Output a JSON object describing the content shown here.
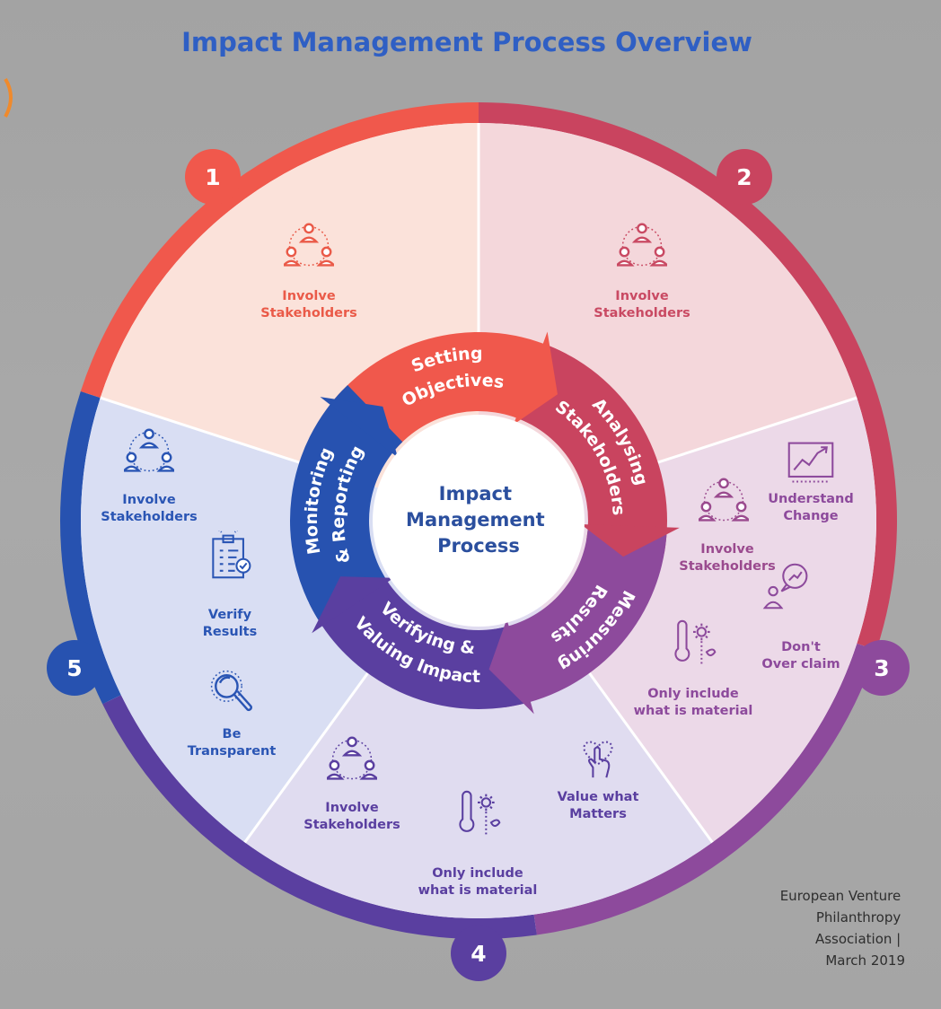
{
  "title": "Impact Management Process Overview",
  "center": {
    "lines": [
      "Impact",
      "Management",
      "Process"
    ]
  },
  "stages": [
    {
      "number": "1",
      "ring_lines": [
        "Setting",
        "Objectives"
      ],
      "color": "#f0584c",
      "fill": "#fbe2da"
    },
    {
      "number": "2",
      "ring_lines": [
        "Analysing",
        "Stakeholders"
      ],
      "color": "#c9445f",
      "fill": "#f4d7db"
    },
    {
      "number": "3",
      "ring_lines": [
        "Measuring",
        "Results"
      ],
      "color": "#8d4a9c",
      "fill": "#ecd9e8"
    },
    {
      "number": "4",
      "ring_lines": [
        "Verifying &",
        "Valuing Impact"
      ],
      "color": "#5a3fa0",
      "fill": "#e0dcf0"
    },
    {
      "number": "5",
      "ring_lines": [
        "Monitoring",
        "& Reporting"
      ],
      "color": "#2752b0",
      "fill": "#d9def3"
    }
  ],
  "items": {
    "s1_involve": [
      "Involve",
      "Stakeholders"
    ],
    "s2_involve": [
      "Involve",
      "Stakeholders"
    ],
    "s3_involve": [
      "Involve",
      "Stakeholders"
    ],
    "s3_understand": [
      "Understand",
      "Change"
    ],
    "s3_overclaim": [
      "Don't",
      "Over claim"
    ],
    "s3_material": [
      "Only include",
      "what is material"
    ],
    "s4_involve": [
      "Involve",
      "Stakeholders"
    ],
    "s4_material": [
      "Only include",
      "what is material"
    ],
    "s4_value": [
      "Value what",
      "Matters"
    ],
    "s5_involve": [
      "Involve",
      "Stakeholders"
    ],
    "s5_verify": [
      "Verify",
      "Results"
    ],
    "s5_transparent": [
      "Be",
      "Transparent"
    ]
  },
  "icons": {
    "involve": "stakeholders-circle-icon",
    "understand": "trend-chart-icon",
    "overclaim": "person-speech-icon",
    "material": "thermometer-flower-icon",
    "value": "hand-heart-icon",
    "verify": "checklist-icon",
    "transparent": "magnifier-icon"
  },
  "credit": [
    "European Venture",
    "Philanthropy",
    "Association |",
    "March 2019"
  ]
}
